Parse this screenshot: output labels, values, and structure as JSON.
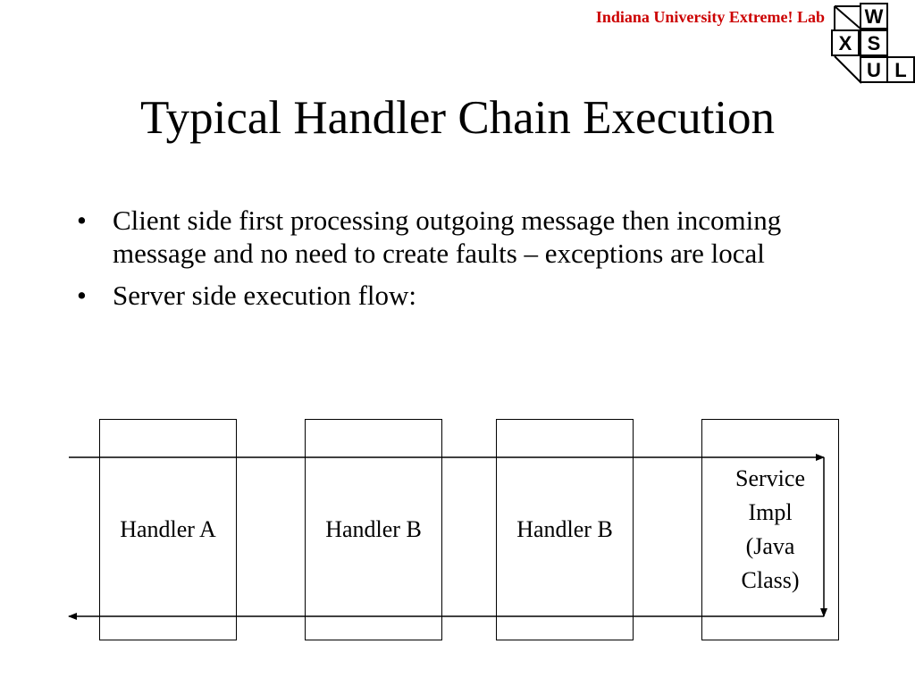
{
  "header": {
    "lab_name": "Indiana University Extreme! Lab",
    "logo_letters": [
      "W",
      "X",
      "S",
      "U",
      "L"
    ]
  },
  "slide": {
    "title": "Typical Handler Chain Execution",
    "bullets": [
      "Client side first processing outgoing message then incoming message and no need to create faults – exceptions are local",
      "Server side execution flow:"
    ]
  },
  "diagram": {
    "handlers": [
      "Handler A",
      "Handler B",
      "Handler B"
    ],
    "service": "Service\nImpl\n(Java\nClass)"
  },
  "colors": {
    "lab_name": "#cc0000",
    "text": "#000000",
    "background": "#ffffff"
  }
}
